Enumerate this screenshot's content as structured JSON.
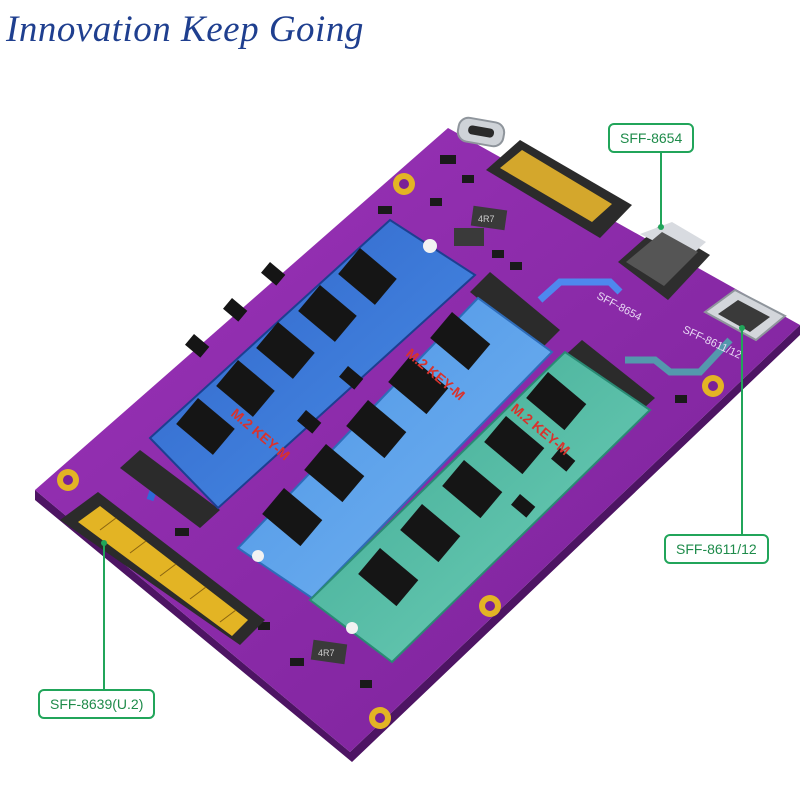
{
  "headline": "Innovation Keep Going",
  "colors": {
    "pcb": "#8a2aa8",
    "pcb_dark": "#5e1a78",
    "blue_ssd": "#3b7fd8",
    "teal_ssd": "#4fb9a3",
    "callout_green": "#21a55a",
    "gold": "#e3b424"
  },
  "callouts": {
    "sff8654": "SFF-8654",
    "sff8611": "SFF-8611/12",
    "sff8639": "SFF-8639(U.2)"
  },
  "board_labels": {
    "ssd_label": "M.2 KEY-M",
    "silk_sff8654": "SFF-8654",
    "silk_sff8611": "SFF-8611/12",
    "resistor": "4R7"
  }
}
